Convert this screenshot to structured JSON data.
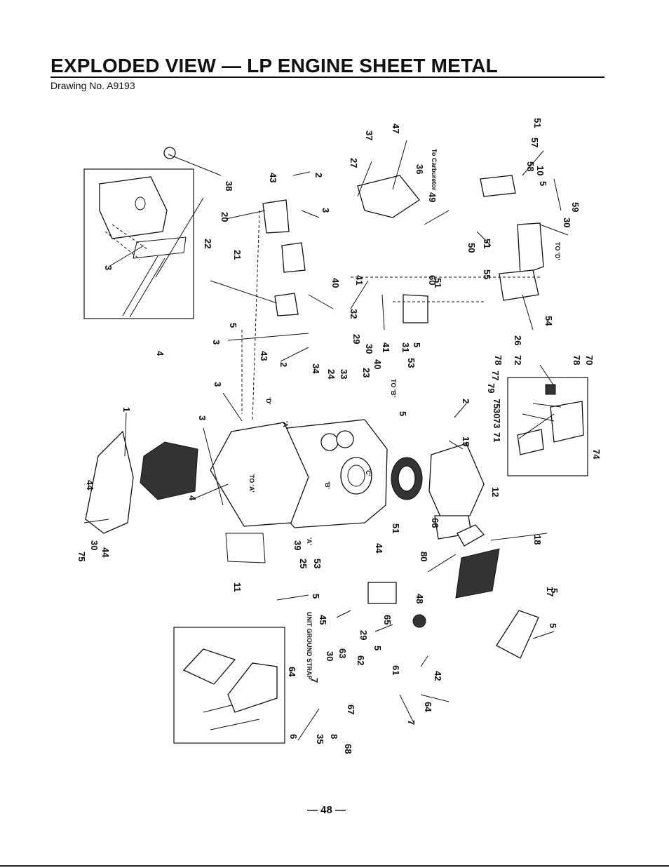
{
  "header": {
    "title": "EXPLODED VIEW — LP ENGINE SHEET METAL",
    "drawing_no": "Drawing No. A9193"
  },
  "footer": {
    "page": "— 48 —"
  },
  "notes": {
    "to_carburetor": "To Carburetor",
    "to_a": "TO 'A'",
    "to_b": "TO 'B'",
    "to_d_1": "TO 'D'",
    "to_d_2": "'D'",
    "ref_a1": "'A'",
    "ref_a2": "'A'",
    "ref_b": "'B'",
    "ref_c": "'C'",
    "unit_ground_strap": "UNIT GROUND STRAP"
  },
  "callouts": [
    "38",
    "43",
    "2",
    "20",
    "3",
    "22",
    "21",
    "3",
    "40",
    "5",
    "3",
    "43",
    "2",
    "4",
    "27",
    "37",
    "47",
    "36",
    "49",
    "57",
    "51",
    "58",
    "10",
    "5",
    "59",
    "30",
    "50",
    "51",
    "55",
    "60",
    "51",
    "41",
    "32",
    "29",
    "30",
    "40",
    "41",
    "31",
    "53",
    "5",
    "54",
    "26",
    "34",
    "24",
    "33",
    "23",
    "3",
    "3",
    "5",
    "2",
    "19",
    "78",
    "72",
    "77",
    "79",
    "75",
    "30",
    "73",
    "71",
    "78",
    "70",
    "74",
    "1",
    "44",
    "44",
    "30",
    "75",
    "4",
    "39",
    "25",
    "53",
    "11",
    "5",
    "44",
    "51",
    "66",
    "12",
    "80",
    "18",
    "45",
    "65",
    "48",
    "29",
    "30",
    "63",
    "62",
    "5",
    "61",
    "42",
    "64",
    "7",
    "67",
    "7",
    "64",
    "6",
    "35",
    "8",
    "68",
    "5",
    "17",
    "5"
  ]
}
